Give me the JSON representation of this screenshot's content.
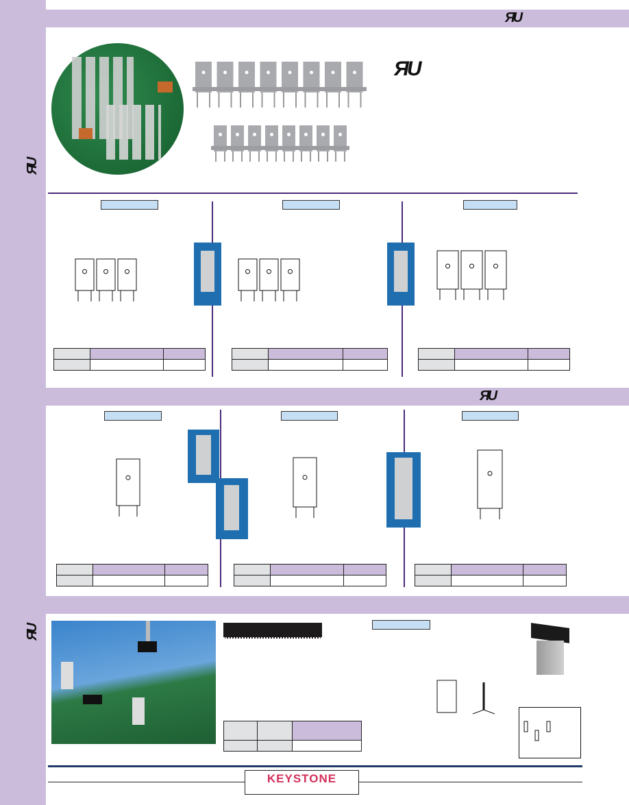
{
  "brand": {
    "logo_text": "KEYSTONE",
    "ul_mark": "UL",
    "accent": "#cbbcdc",
    "label_fill": "#c6def3",
    "logo_color": "#d4305a"
  },
  "sections": [
    {
      "name": "pcb-quick-fit-terminals-strip"
    },
    {
      "name": "pcb-quick-fit-terminals-single"
    },
    {
      "name": "pcb-jumper-tab"
    }
  ]
}
